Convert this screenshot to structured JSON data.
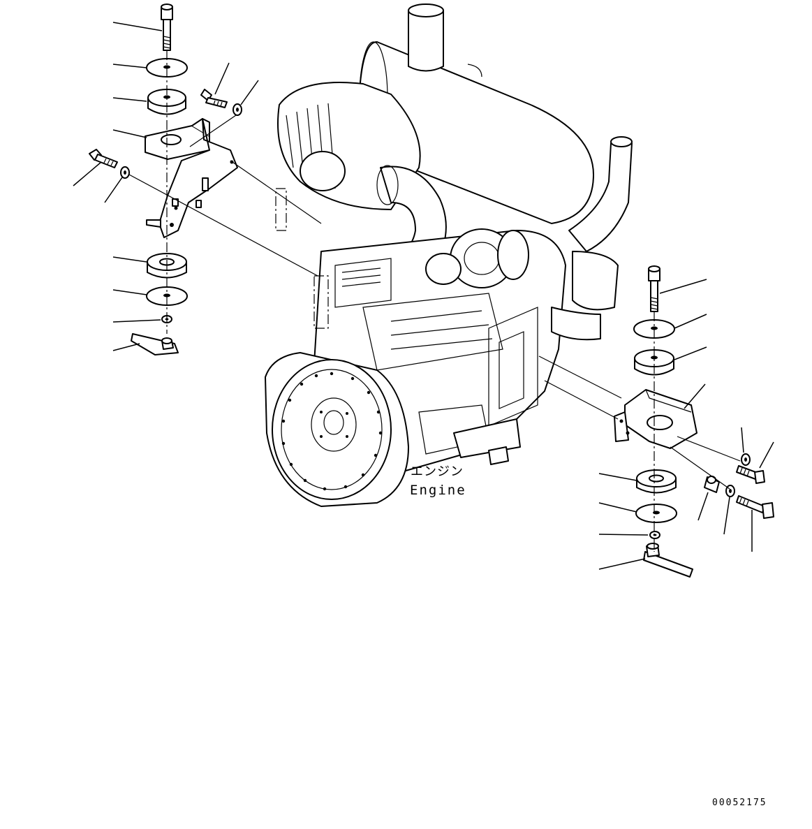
{
  "labels": {
    "engine_jp": "エンジン",
    "engine_en": "Engine",
    "drawing_number": "00052175"
  }
}
